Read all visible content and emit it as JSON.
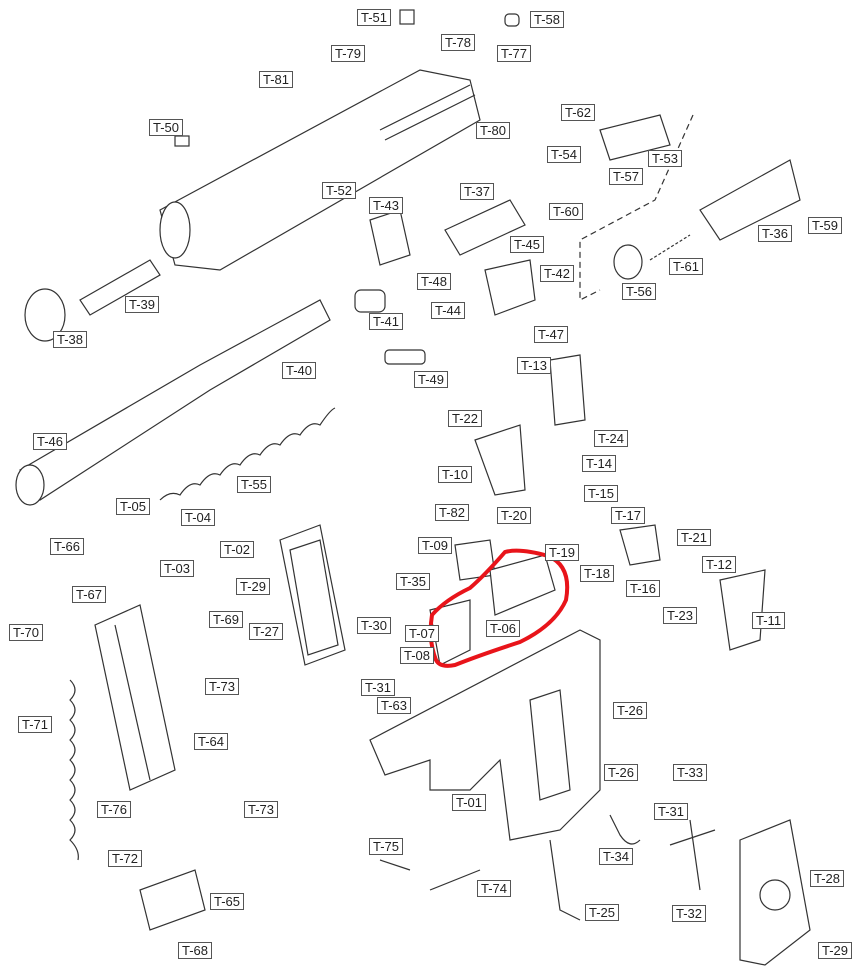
{
  "diagram": {
    "highlight_color": "#e8141a",
    "highlighted_part": "T-06",
    "labels": [
      "T-51",
      "T-58",
      "T-78",
      "T-77",
      "T-79",
      "T-81",
      "T-62",
      "T-50",
      "T-80",
      "T-54",
      "T-53",
      "T-57",
      "T-52",
      "T-37",
      "T-43",
      "T-60",
      "T-59",
      "T-36",
      "T-45",
      "T-61",
      "T-42",
      "T-48",
      "T-56",
      "T-39",
      "T-44",
      "T-41",
      "T-38",
      "T-47",
      "T-13",
      "T-40",
      "T-49",
      "T-22",
      "T-24",
      "T-46",
      "T-10",
      "T-14",
      "T-55",
      "T-15",
      "T-05",
      "T-82",
      "T-20",
      "T-17",
      "T-04",
      "T-21",
      "T-66",
      "T-02",
      "T-09",
      "T-19",
      "T-12",
      "T-03",
      "T-18",
      "T-16",
      "T-29",
      "T-35",
      "T-67",
      "T-23",
      "T-69",
      "T-11",
      "T-27",
      "T-30",
      "T-06",
      "T-70",
      "T-07",
      "T-08",
      "T-31",
      "T-73",
      "T-63",
      "T-71",
      "T-26",
      "T-64",
      "T-26",
      "T-33",
      "T-01",
      "T-31",
      "T-76",
      "T-73",
      "T-72",
      "T-34",
      "T-75",
      "T-28",
      "T-74",
      "T-65",
      "T-25",
      "T-32",
      "T-68",
      "T-29"
    ]
  }
}
